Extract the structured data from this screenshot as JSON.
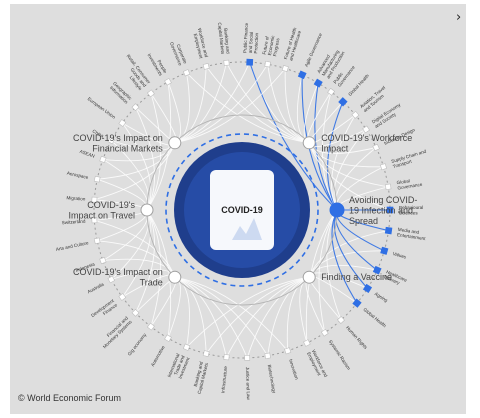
{
  "center": {
    "title": "COVID-19"
  },
  "inner_topics": [
    {
      "label": "COVID-19's Impact on Financial Markets",
      "lines": [
        "COVID-19's Impact on",
        "Financial Markets"
      ],
      "angle": -135,
      "side": "left",
      "active": false
    },
    {
      "label": "COVID-19's Workforce Impact",
      "lines": [
        "COVID-19's Workforce",
        "Impact"
      ],
      "angle": -45,
      "side": "right",
      "active": false
    },
    {
      "label": "COVID-19's Impact on Travel",
      "lines": [
        "COVID-19's",
        "Impact on Travel"
      ],
      "angle": 180,
      "side": "left",
      "active": false
    },
    {
      "label": "Avoiding COVID-19 Infection and Spread",
      "lines": [
        "Avoiding COVID-",
        "19 Infection and",
        "Spread"
      ],
      "angle": 0,
      "side": "right",
      "active": true
    },
    {
      "label": "COVID-19's Impact on Trade",
      "lines": [
        "COVID-19's Impact on",
        "Trade"
      ],
      "angle": 135,
      "side": "left",
      "active": false
    },
    {
      "label": "Finding a Vaccine",
      "lines": [
        "Finding a Vaccine"
      ],
      "angle": 45,
      "side": "right",
      "active": false
    }
  ],
  "outer_topics": [
    {
      "label": "Public Finance and Social Protection",
      "angle": -87,
      "highlighted": true
    },
    {
      "label": "Future of Economic Progress",
      "angle": -80,
      "highlighted": false
    },
    {
      "label": "Future of Health and Healthcare",
      "angle": -73,
      "highlighted": false
    },
    {
      "label": "Agile Governance",
      "angle": -66,
      "highlighted": true
    },
    {
      "label": "Advanced Manufacturing and Production",
      "angle": -59,
      "highlighted": true
    },
    {
      "label": "Public Governance",
      "angle": -53,
      "highlighted": false
    },
    {
      "label": "Global Health",
      "angle": -47,
      "highlighted": true
    },
    {
      "label": "Aviation, Travel and Tourism",
      "angle": -40,
      "highlighted": false
    },
    {
      "label": "Digital Economy and Society",
      "angle": -33,
      "highlighted": false
    },
    {
      "label": "Inclusive Design",
      "angle": -25,
      "highlighted": false
    },
    {
      "label": "Supply Chain and Transport",
      "angle": -17,
      "highlighted": false
    },
    {
      "label": "Global Governance",
      "angle": -9,
      "highlighted": false
    },
    {
      "label": "Behavioural Sciences",
      "angle": 0,
      "highlighted": true
    },
    {
      "label": "Media and Entertainment",
      "angle": 8,
      "highlighted": true
    },
    {
      "label": "Values",
      "angle": 16,
      "highlighted": true
    },
    {
      "label": "Healthcare Delivery",
      "angle": 24,
      "highlighted": true
    },
    {
      "label": "Ageing",
      "angle": 32,
      "highlighted": true
    },
    {
      "label": "Global Health",
      "angle": 39,
      "highlighted": true
    },
    {
      "label": "Human Rights",
      "angle": 48,
      "highlighted": false
    },
    {
      "label": "Systemic Racism",
      "angle": 56,
      "highlighted": false
    },
    {
      "label": "Workforce and Employment",
      "angle": 64,
      "highlighted": false
    },
    {
      "label": "Innovation",
      "angle": 72,
      "highlighted": false
    },
    {
      "label": "Biotechnology",
      "angle": 80,
      "highlighted": false
    },
    {
      "label": "Justice and Law",
      "angle": 88,
      "highlighted": false
    },
    {
      "label": "Infrastructure",
      "angle": 96,
      "highlighted": false
    },
    {
      "label": "Banking and Capital Markets",
      "angle": 104,
      "highlighted": false
    },
    {
      "label": "International Trade and Investment",
      "angle": 112,
      "highlighted": false
    },
    {
      "label": "Automotive",
      "angle": 120,
      "highlighted": false
    },
    {
      "label": "Gig economy",
      "angle": 128,
      "highlighted": false
    },
    {
      "label": "Financial and Monetary Systems",
      "angle": 136,
      "highlighted": false
    },
    {
      "label": "Development Finance",
      "angle": 144,
      "highlighted": false
    },
    {
      "label": "Australia",
      "angle": 152,
      "highlighted": false
    },
    {
      "label": "Indonesia",
      "angle": 160,
      "highlighted": false
    },
    {
      "label": "Arts and Culture",
      "angle": 168,
      "highlighted": false
    },
    {
      "label": "Switzerland",
      "angle": 176,
      "highlighted": false
    },
    {
      "label": "Migration",
      "angle": 184,
      "highlighted": false
    },
    {
      "label": "Aerospace",
      "angle": 192,
      "highlighted": false
    },
    {
      "label": "ASEAN",
      "angle": 200,
      "highlighted": false
    },
    {
      "label": "China",
      "angle": 208,
      "highlighted": false
    },
    {
      "label": "European Union",
      "angle": 216,
      "highlighted": false
    },
    {
      "label": "Geographic Information",
      "angle": 224,
      "highlighted": false
    },
    {
      "label": "Retail, Consumer Goods and Lifestyle",
      "angle": 232,
      "highlighted": false
    },
    {
      "label": "People Investments",
      "angle": 240,
      "highlighted": false
    },
    {
      "label": "Corporate Governance",
      "angle": 248,
      "highlighted": false
    },
    {
      "label": "Workforce and Employment",
      "angle": 256,
      "highlighted": false
    },
    {
      "label": "Banking and Capital Markets",
      "angle": 264,
      "highlighted": false
    }
  ],
  "footer": {
    "credit": "© World Economic Forum"
  },
  "controls": {
    "next_icon": "chevron-right-icon",
    "next_glyph": "›"
  },
  "colors": {
    "accent": "#2f6fe4",
    "background": "#dedede",
    "line": "#ffffff",
    "dark": "#1f3e8c"
  }
}
